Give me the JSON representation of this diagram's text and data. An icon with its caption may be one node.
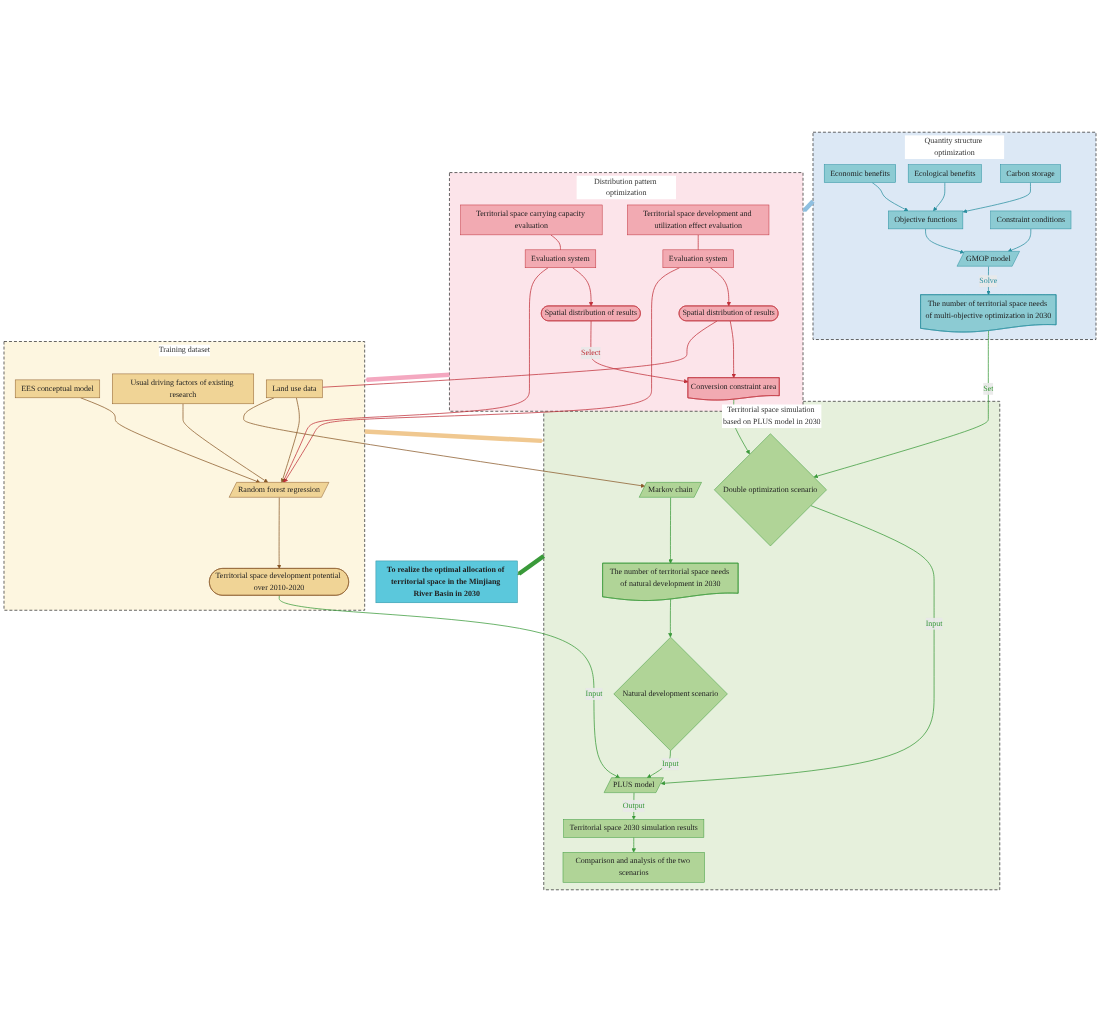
{
  "diagram": {
    "nodes": [
      {
        "text": [
          "Quantity structure optimization"
        ]
      },
      {
        "text": [
          "Economic benefits"
        ],
        "in": 0
      },
      {
        "text": [
          "Ecological benefits"
        ],
        "in": 0
      },
      {
        "text": [
          "Carbon storage"
        ],
        "in": 0
      },
      {
        "text": [
          "Objective functions"
        ],
        "in": 0
      },
      {
        "text": [
          "Constraint conditions"
        ],
        "in": 0
      },
      {
        "text": [
          "GMOP model"
        ],
        "in": 0
      },
      {
        "text": [
          "The number of territorial space needs of multi-objective optimization in 2030"
        ],
        "in": 0
      },
      {
        "text": [
          "Distribution pattern optimization"
        ]
      },
      {
        "text": [
          "Territorial space carrying capacity evaluation"
        ],
        "in": 8
      },
      {
        "text": [
          "Territorial space development and utilization effect evaluation"
        ],
        "in": 8
      },
      {
        "text": [
          "Evaluation system"
        ],
        "in": 8
      },
      {
        "text": [
          "Evaluation system"
        ],
        "in": 8
      },
      {
        "text": [
          "Spatial distribution of results"
        ],
        "in": 8
      },
      {
        "text": [
          "Spatial distribution of results"
        ],
        "in": 8
      },
      {
        "text": [
          "Conversion constraint area"
        ],
        "in": 8
      },
      {
        "text": [
          "Training dataset"
        ]
      },
      {
        "text": [
          "EES conceptual model"
        ],
        "in": 16
      },
      {
        "text": [
          "Usual driving factors of existing research"
        ],
        "in": 16
      },
      {
        "text": [
          "Random forest regression"
        ],
        "in": 16
      },
      {
        "text": [
          "Land use data"
        ],
        "in": 16
      },
      {
        "text": [
          "Territorial space development potential over 2010-2020"
        ],
        "in": 16
      },
      {
        "text": [
          "Territorial space simulation based on PLUS model in 2030"
        ]
      },
      {
        "text": [
          "Double optimization scenario"
        ],
        "in": 22
      },
      {
        "text": [
          "PLUS model"
        ],
        "in": 22
      },
      {
        "text": [
          "Territorial space 2030 simulation results"
        ],
        "in": 22
      },
      {
        "text": [
          "Comparison and analysis of the two scenarios"
        ],
        "in": 22
      },
      {
        "text": [
          "Natural development scenario"
        ],
        "in": 22
      },
      {
        "text": [
          "Markov chain"
        ],
        "in": 22
      },
      {
        "text": [
          "The number of territorial space needs of natural development in 2030"
        ],
        "in": 22
      },
      {
        "text": [
          "To realize the optimal allocation of territorial space in the Minjiang River Basin in 2030"
        ]
      }
    ],
    "edges": [
      {
        "from": 1,
        "to": 4,
        "arrow": "to",
        "color": "#2a8fa0"
      },
      {
        "from": 2,
        "to": 4,
        "arrow": "to",
        "color": "#2a8fa0"
      },
      {
        "from": 3,
        "to": 4,
        "arrow": "to",
        "color": "#2a8fa0"
      },
      {
        "from": 4,
        "to": 6,
        "arrow": "to",
        "color": "#2a8fa0"
      },
      {
        "from": 5,
        "to": 6,
        "arrow": "to",
        "color": "#2a8fa0"
      },
      {
        "from": 6,
        "to": 7,
        "label": "Solve",
        "arrow": "to",
        "color": "#2a8fa0"
      },
      {
        "from": 7,
        "to": 23,
        "label": "Set",
        "arrow": "to"
      },
      {
        "from": 15,
        "to": 23,
        "arrow": "to"
      },
      {
        "from": 9,
        "to": 11,
        "arrow": "none",
        "color": "#c0303a"
      },
      {
        "from": 10,
        "to": 12,
        "arrow": "none",
        "color": "#c0303a"
      },
      {
        "from": 11,
        "to": 13,
        "arrow": "to",
        "color": "#c0303a"
      },
      {
        "from": 12,
        "to": 14,
        "arrow": "to",
        "color": "#c0303a"
      },
      {
        "from": 13,
        "to": 15,
        "label": "Select",
        "arrow": "to",
        "color": "#c0303a"
      },
      {
        "from": 14,
        "to": 15,
        "arrow": "to",
        "color": "#c0303a"
      },
      {
        "from": 11,
        "to": 19,
        "arrow": "to",
        "color": "#c0303a"
      },
      {
        "from": 12,
        "to": 19,
        "arrow": "to",
        "color": "#c0303a"
      },
      {
        "from": 14,
        "to": 20,
        "arrow": "none",
        "color": "#c0303a"
      },
      {
        "from": 17,
        "to": 19,
        "arrow": "to",
        "color": "#8a5a2a"
      },
      {
        "from": 18,
        "to": 19,
        "arrow": "to",
        "color": "#8a5a2a"
      },
      {
        "from": 20,
        "to": 19,
        "arrow": "to",
        "color": "#8a5a2a"
      },
      {
        "from": 19,
        "to": 21,
        "arrow": "to",
        "color": "#8a5a2a"
      },
      {
        "from": 20,
        "to": 28,
        "arrow": "to",
        "color": "#8a5a2a"
      },
      {
        "from": 28,
        "to": 29,
        "arrow": "to"
      },
      {
        "from": 29,
        "to": 27,
        "arrow": "to"
      },
      {
        "from": 27,
        "to": 24,
        "label": "Input",
        "arrow": "to"
      },
      {
        "from": 23,
        "to": 24,
        "label": "Input",
        "arrow": "to"
      },
      {
        "from": 21,
        "to": 24,
        "label": "Input",
        "arrow": "to"
      },
      {
        "from": 24,
        "to": 25,
        "label": "Output",
        "arrow": "to"
      },
      {
        "from": 25,
        "to": 26,
        "arrow": "to"
      },
      {
        "from": 0,
        "to": 8,
        "arrow": "to",
        "style": "thick",
        "color": "#8fbfe0"
      },
      {
        "from": 8,
        "to": 16,
        "arrow": "to",
        "style": "thick",
        "color": "#f4a8c0"
      },
      {
        "from": 16,
        "to": 22,
        "arrow": "to",
        "style": "thick",
        "color": "#f0c890"
      },
      {
        "from": 22,
        "to": 30,
        "arrow": "to",
        "style": "thick"
      }
    ]
  }
}
